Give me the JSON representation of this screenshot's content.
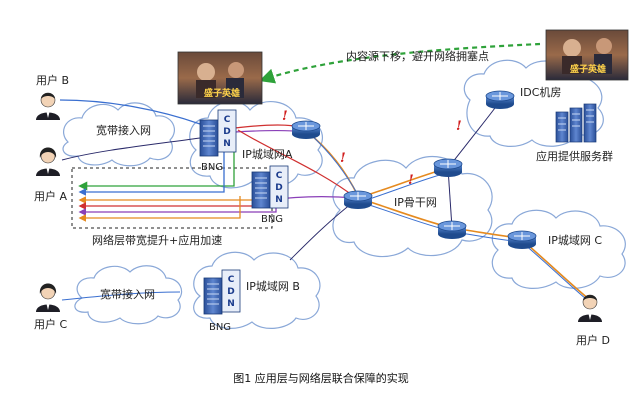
{
  "caption": "图1  应用层与网络层联合保障的实现",
  "top_note": "内容源下移，避开网络拥塞点",
  "bottom_note": "网络层带宽提升+应用加速",
  "poster_text": "盛子英雄",
  "exclamation": "!",
  "labels": {
    "user_b": "用户 B",
    "user_a": "用户 A",
    "user_c": "用户 C",
    "user_d": "用户 D",
    "access_net_1": "宽带接入网",
    "access_net_2": "宽带接入网",
    "metro_a": "IP城域网A",
    "metro_b": "IP城域网 B",
    "metro_c": "IP城域网 C",
    "backbone": "IP骨干网",
    "idc": "IDC机房",
    "app_servers": "应用提供服务群",
    "bng_1": "BNG",
    "bng_2": "BNG",
    "bng_3": "BNG",
    "cdn": "CDN"
  },
  "colors": {
    "cloud_fill": "#ffffff",
    "cloud_stroke": "#8aa8d8",
    "router_fill": "#2e5fa5",
    "server_fill": "#3c68b5",
    "arrow_green": "#2fa23a",
    "link_orange": "#e58a1f",
    "link_blue": "#3a6fd0",
    "link_red": "#d03030",
    "link_purple": "#8a3fb8",
    "link_dark": "#2a2a6a"
  }
}
